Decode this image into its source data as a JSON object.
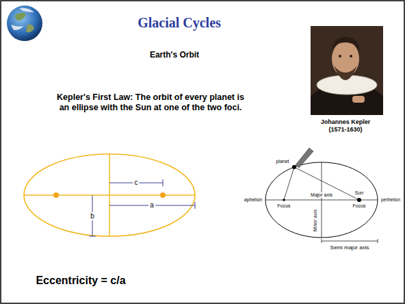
{
  "diagram": {
    "title": "Glacial Cycles",
    "labels": [
      "Earth's Orbit",
      "Kepler's First Law: The orbit of every planet is an ellipse with the Sun at one of the two foci.",
      "Johannes Kepler (1571-1630)",
      "c",
      "a",
      "b",
      "Eccentricity = c/a",
      "planet",
      "aphelion",
      "Focus",
      "Major axis",
      "Sun",
      "Focus",
      "perihelion",
      "Minor axis",
      "Semi major axis"
    ]
  }
}
